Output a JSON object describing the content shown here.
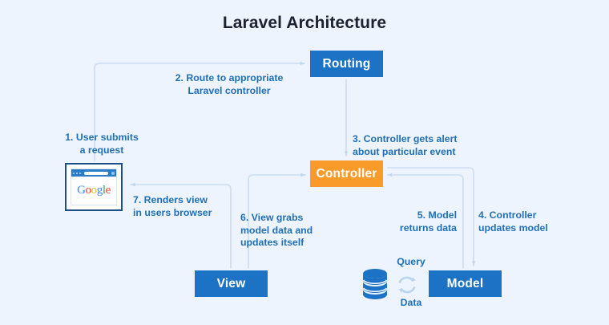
{
  "title": "Laravel Architecture",
  "theme": {
    "background": "#eef4fd",
    "node_blue": "#1c72c4",
    "node_orange": "#f99b2b",
    "caption_blue": "#1f6fb8",
    "wire": "#cfe0f2",
    "title_color": "#1b2330"
  },
  "nodes": {
    "routing": "Routing",
    "controller": "Controller",
    "view": "View",
    "model": "Model"
  },
  "captions": {
    "step1": "1. User submits\na request",
    "step2": "2. Route to appropriate\nLaravel controller",
    "step3": "3. Controller gets alert\nabout particular event",
    "step4": "4. Controller\nupdates model",
    "step5": "5. Model\nreturns data",
    "step6": "6. View grabs\nmodel data and\nupdates itself",
    "step7": "7. Renders view\nin users browser",
    "query": "Query",
    "data": "Data"
  },
  "browser": {
    "logo_letters": [
      "G",
      "o",
      "o",
      "g",
      "l",
      "e"
    ]
  }
}
